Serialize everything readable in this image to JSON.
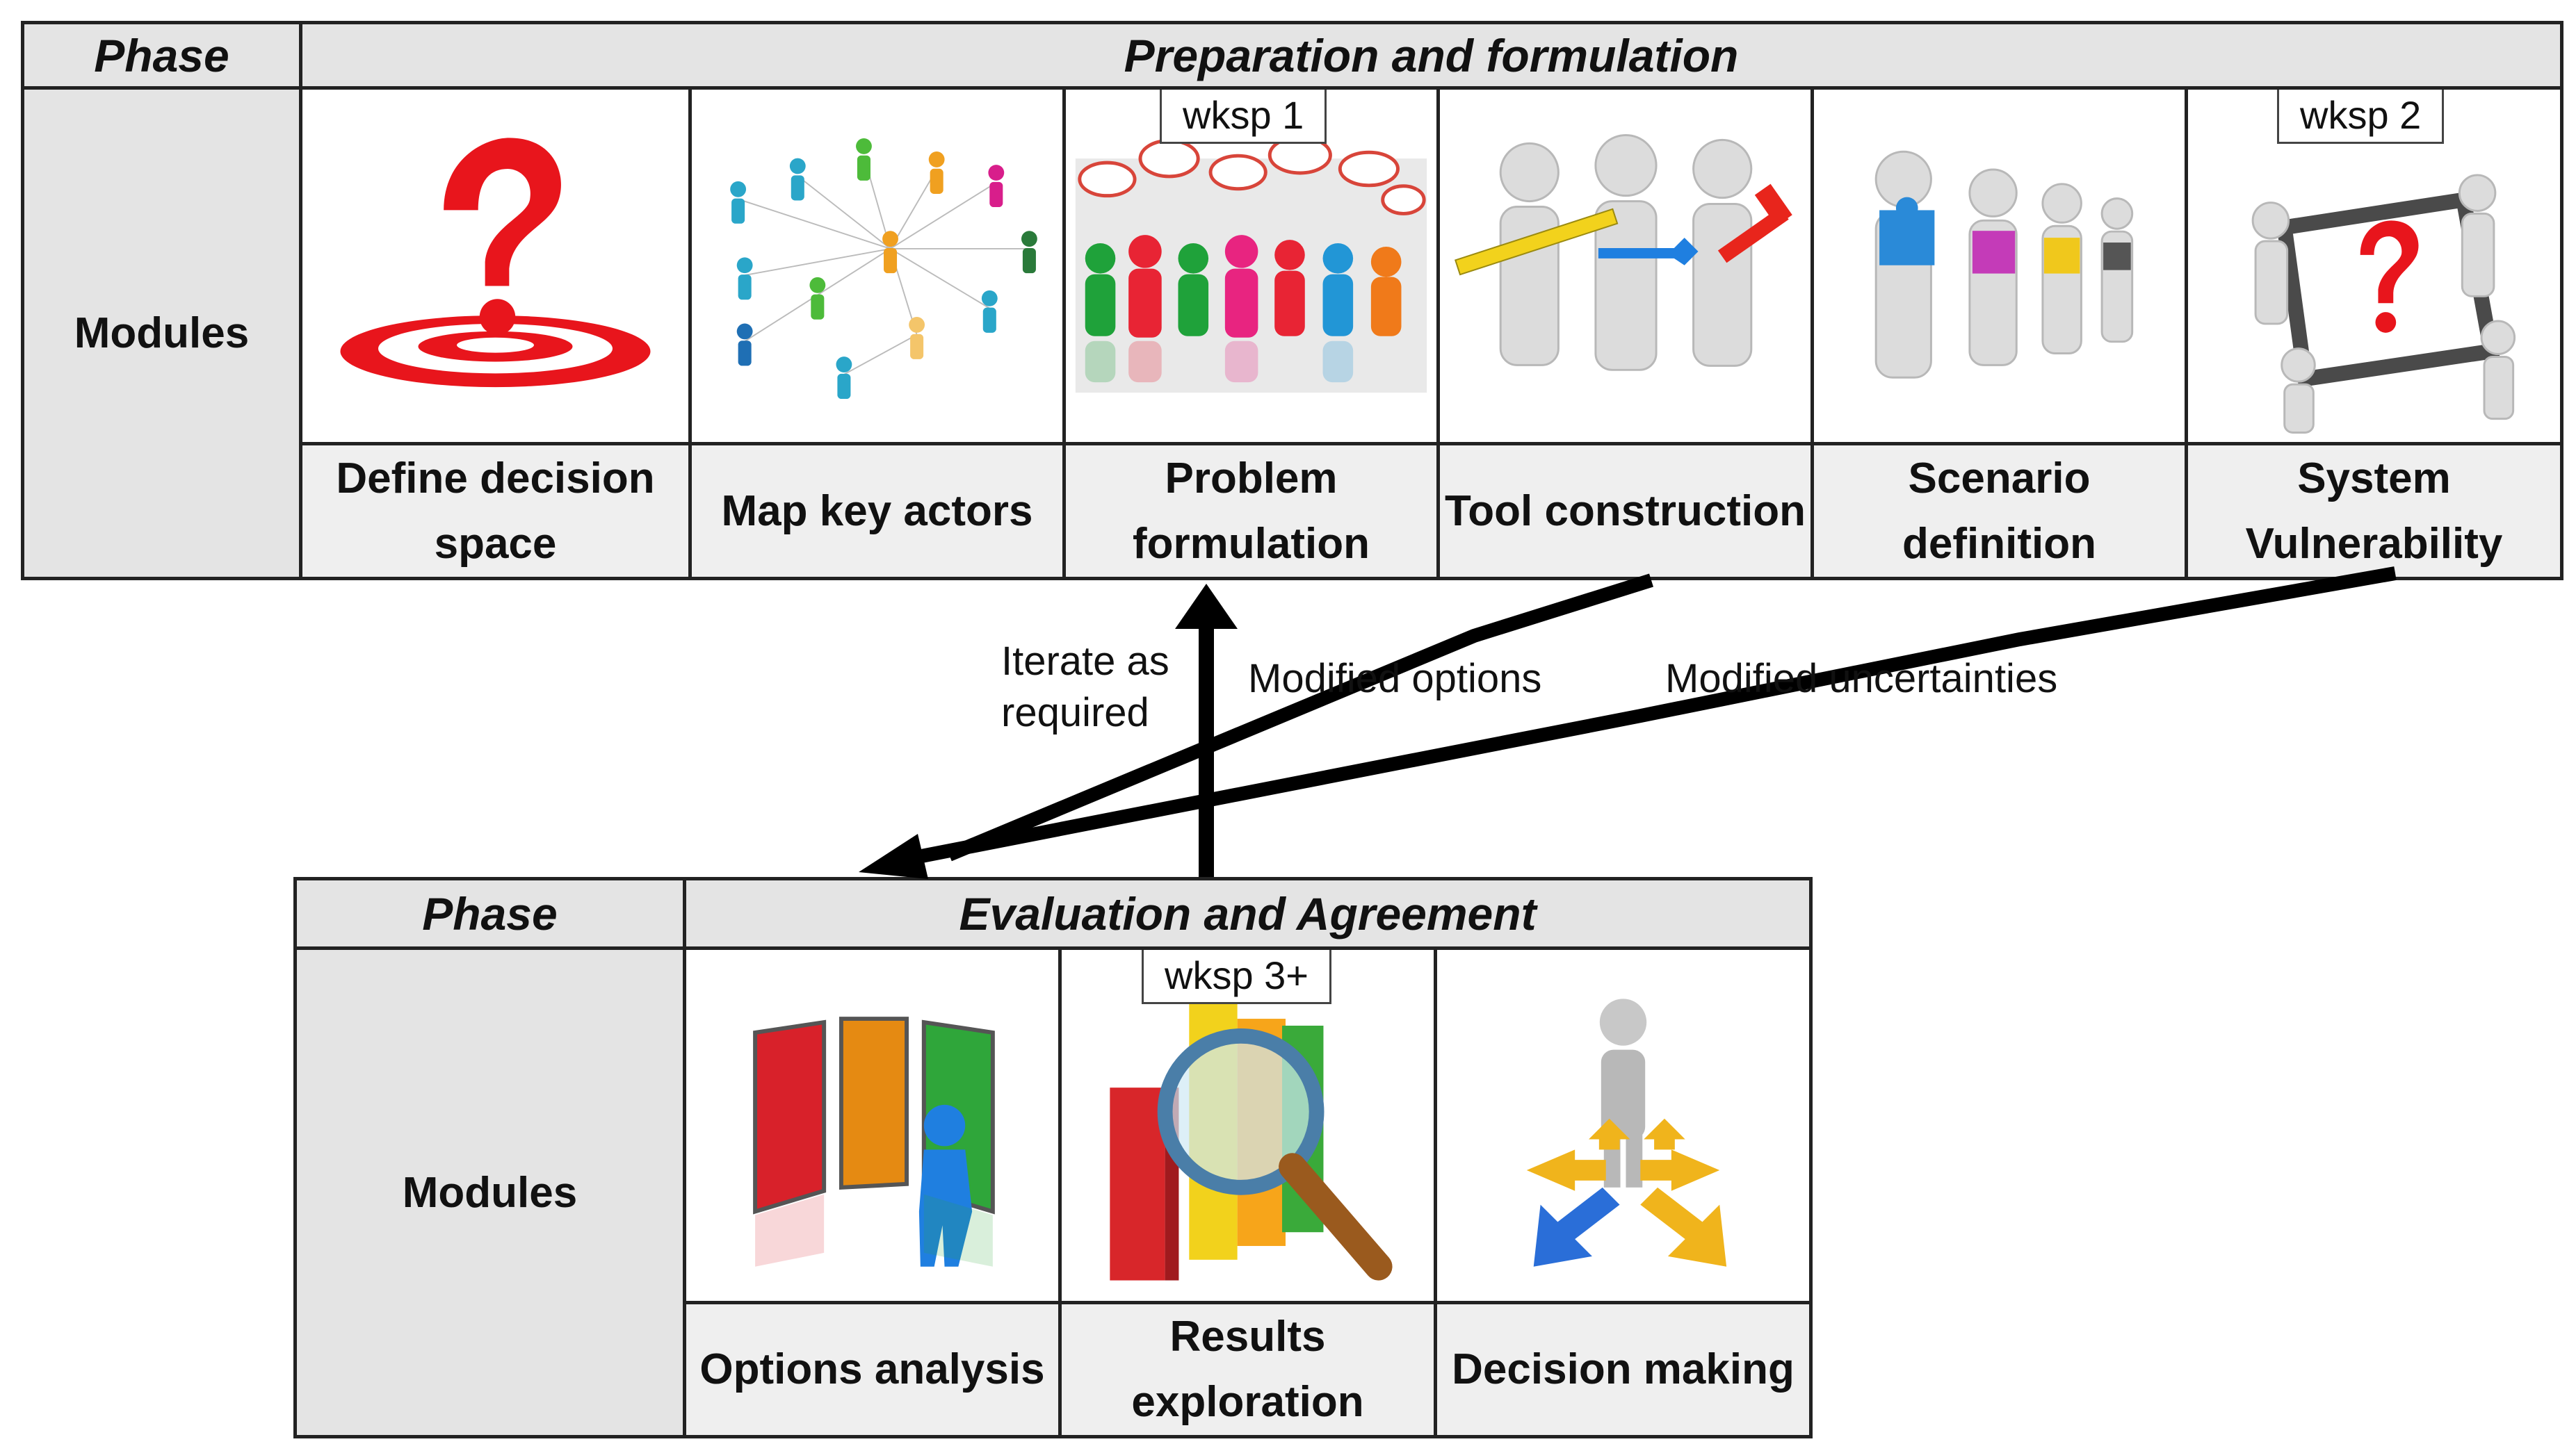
{
  "top_phase": {
    "phase_label": "Phase",
    "phase_name": "Preparation and formulation",
    "modules_label": "Modules",
    "modules": [
      {
        "label": "Define decision space",
        "icon": "question-target-icon"
      },
      {
        "label": "Map key actors",
        "icon": "network-people-icon"
      },
      {
        "label": "Problem formulation",
        "icon": "speech-bubble-crowd-icon",
        "workshop": "wksp 1"
      },
      {
        "label": "Tool construction",
        "icon": "tool-figures-icon"
      },
      {
        "label": "Scenario definition",
        "icon": "puzzle-figures-icon"
      },
      {
        "label": "System Vulnerability",
        "icon": "question-frame-icon",
        "workshop": "wksp 2"
      }
    ]
  },
  "bottom_phase": {
    "phase_label": "Phase",
    "phase_name": "Evaluation and Agreement",
    "modules_label": "Modules",
    "modules": [
      {
        "label": "Options analysis",
        "icon": "doors-icon"
      },
      {
        "label": "Results exploration",
        "icon": "magnifier-bars-icon",
        "workshop": "wksp 3+"
      },
      {
        "label": "Decision making",
        "icon": "direction-arrows-icon"
      }
    ]
  },
  "annotations": {
    "iterate": "Iterate as required",
    "modified_options": "Modified options",
    "modified_uncertainties": "Modified uncertainties"
  }
}
